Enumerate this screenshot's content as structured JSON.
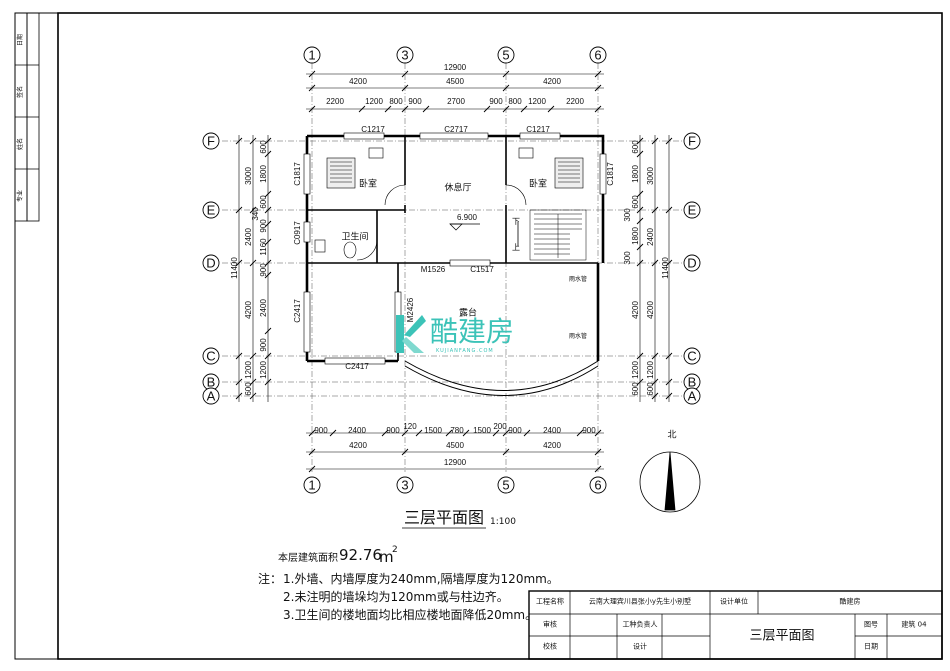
{
  "plan_title": "三层平面图",
  "scale": "1:100",
  "area": {
    "label": "本层建筑面积",
    "value": "92.76",
    "unit": "m",
    "sup": "2"
  },
  "notes": {
    "prefix": "注：",
    "items": [
      "1.外墙、内墙厚度为240mm,隔墙厚度为120mm。",
      "2.未注明的墙垛均为120mm或与柱边齐。",
      "3.卫生间的楼地面均比相应楼地面降低20mm。"
    ]
  },
  "axes": {
    "columns": [
      "1",
      "3",
      "5",
      "6"
    ],
    "rows": [
      "F",
      "E",
      "D",
      "C",
      "B",
      "A"
    ]
  },
  "dims": {
    "top_total": "12900",
    "top_mid": [
      "4200",
      "4500",
      "4200"
    ],
    "top_detail": [
      "2200",
      "1200",
      "800",
      "900",
      "2700",
      "900",
      "800",
      "1200",
      "2200"
    ],
    "bottom_detail": [
      "900",
      "2400",
      "900",
      "120",
      "1500",
      "780",
      "1500",
      "200",
      "900",
      "2400",
      "900"
    ],
    "bottom_mid": [
      "4200",
      "4500",
      "4200"
    ],
    "bottom_total": "12900",
    "left_detail": [
      "600",
      "1800",
      "600",
      "340",
      "900",
      "1160",
      "900",
      "2400",
      "900",
      "1200",
      "600"
    ],
    "left_mid": [
      "3000",
      "2400",
      "4200",
      "1200",
      "600"
    ],
    "left_total": "11400",
    "right_detail": [
      "600",
      "1800",
      "600",
      "300",
      "1800",
      "300",
      "4200",
      "1200",
      "600"
    ],
    "right_mid": [
      "3000",
      "2400",
      "4200",
      "1200",
      "600"
    ],
    "right_total": "11400"
  },
  "rooms": {
    "bedroom_left": "卧室",
    "bedroom_right": "卧室",
    "lounge": "休息厅",
    "bathroom": "卫生间",
    "terrace": "露台",
    "level": "6.900",
    "stair_down": "下",
    "stair_up": "上",
    "drain1": "雨水管",
    "drain2": "雨水管"
  },
  "openings": {
    "c1217_left": "C1217",
    "c2717": "C2717",
    "c1217_right": "C1217",
    "c1817_left": "C1817",
    "c1817_right": "C1817",
    "c0917": "C0917",
    "m1526": "M1526",
    "c1517": "C1517",
    "c2417_side": "C2417",
    "m2426": "M2426",
    "c2417_bottom": "C2417"
  },
  "logo": {
    "text": "酷建房",
    "sub": "KUJIANFANG.COM"
  },
  "north": "北",
  "title_block": {
    "project_label": "工程名称",
    "project_value": "云南大理宾川县张小y先生小别墅",
    "design_unit_label": "设计单位",
    "design_unit_value": "酷建房",
    "review_label": "审核",
    "owner_label": "工种负责人",
    "drawing_title": "三层平面图",
    "drawing_no_label": "图号",
    "drawing_no_value": "建筑 04",
    "check_label": "校核",
    "design_label": "设计",
    "date_label": "日期"
  },
  "side_strip": [
    "日期",
    "签名",
    "姓名",
    "专业"
  ]
}
